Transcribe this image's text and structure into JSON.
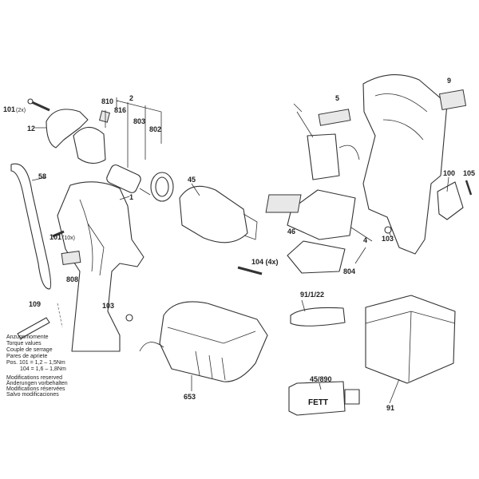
{
  "labels": {
    "p9": "9",
    "p5": "5",
    "p101_2x": "101",
    "p101_2x_qty": "(2x)",
    "p2": "2",
    "p810": "810",
    "p816": "816",
    "p803": "803",
    "p802": "802",
    "p12": "12",
    "p58": "58",
    "p1": "1",
    "p45": "45",
    "p100": "100",
    "p105": "105",
    "p46": "46",
    "p4": "4",
    "p103a": "103",
    "p101_10x": "101",
    "p101_10x_qty": "(10x)",
    "p104_4x": "104 (4x)",
    "p808": "808",
    "p804": "804",
    "p91_1_22": "91/1/22",
    "p109": "109",
    "p103b": "103",
    "p45_890": "45/890",
    "p653": "653",
    "p91": "91"
  },
  "fett_label": "FETT",
  "notes": {
    "torque": [
      "Anzugsmomente",
      "Torque values",
      "Couple de serrage",
      "Pares de apriete",
      "Pos. 101  = 1,2 – 1,5Nm",
      "104  = 1,6 – 1,8Nm"
    ],
    "modifications": [
      "Modifications reserved",
      "Änderungen vorbehalten",
      "Modifications réservées",
      "Salvo modificaciones"
    ]
  }
}
